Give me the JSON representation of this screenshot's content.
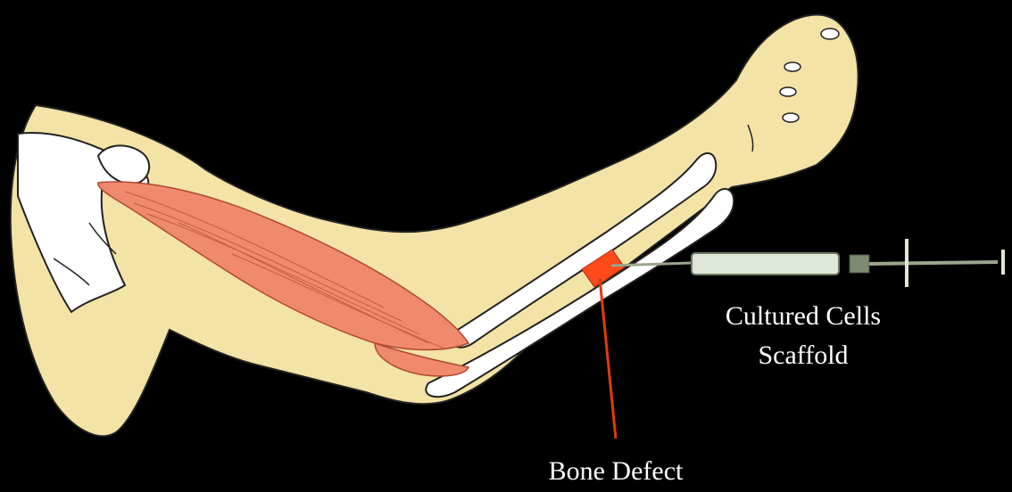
{
  "labels": {
    "cultured_cells": "Cultured Cells",
    "scaffold": "Scaffold",
    "bone_defect": "Bone Defect"
  },
  "colors": {
    "background": "#000000",
    "skin": "#f3e3a6",
    "bone": "#ffffff",
    "muscle": "#f08a6e",
    "defect": "#ff4a1c",
    "pointer_line": "#e03a10",
    "syringe_barrel": "#dfe8d8",
    "needle": "#9aa58c",
    "outline": "#222222",
    "label_text": "#ffffff"
  },
  "icons": {
    "syringe": "syringe-icon"
  }
}
